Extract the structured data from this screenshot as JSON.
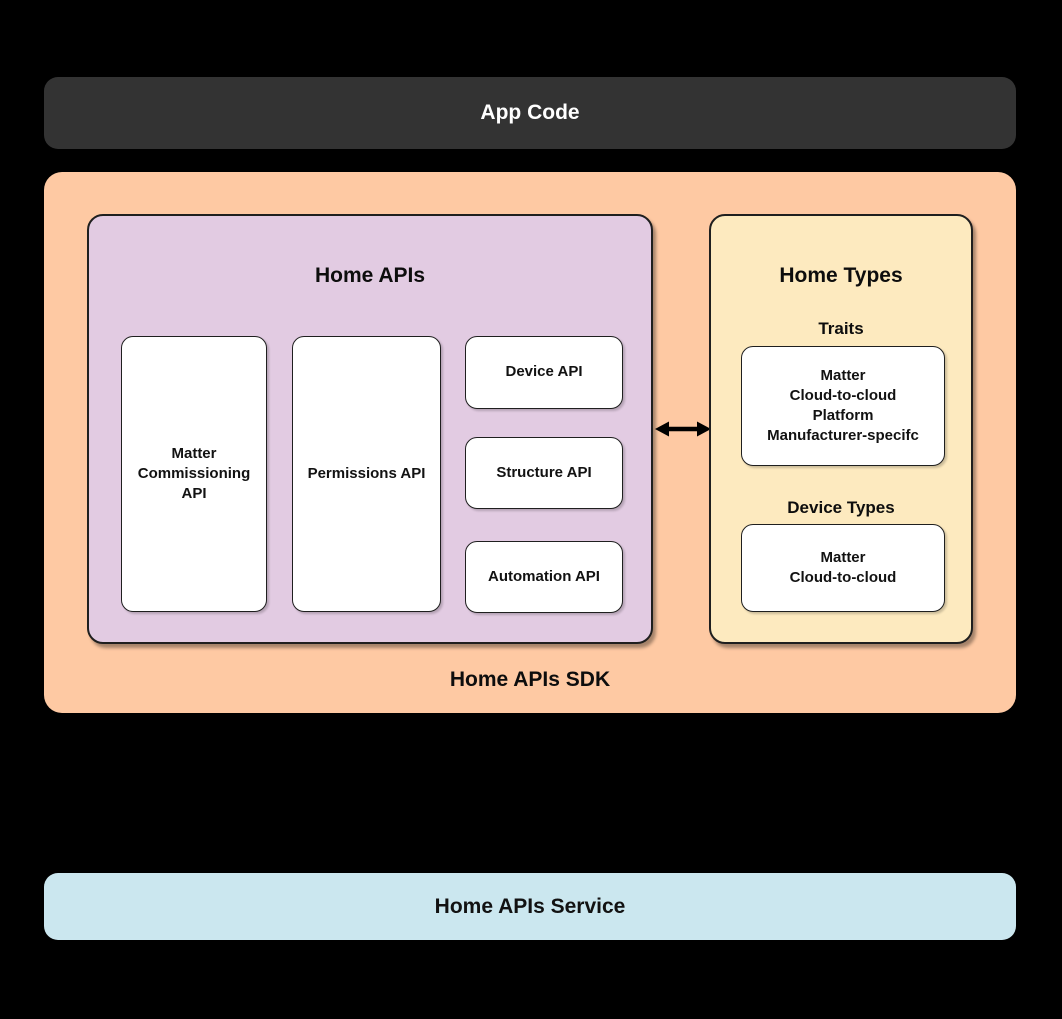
{
  "app_code": {
    "label": "App Code"
  },
  "sdk": {
    "label": "Home APIs SDK",
    "home_apis": {
      "title": "Home APIs",
      "matter_commissioning_label": "Matter\nCommissioning\nAPI",
      "permissions_label": "Permissions API",
      "device_label": "Device API",
      "structure_label": "Structure API",
      "automation_label": "Automation API"
    },
    "home_types": {
      "title": "Home Types",
      "traits_heading": "Traits",
      "traits_items": "Matter\nCloud-to-cloud\nPlatform\nManufacturer-specifc",
      "device_types_heading": "Device Types",
      "device_types_items": "Matter\nCloud-to-cloud"
    }
  },
  "service": {
    "label": "Home APIs Service"
  },
  "icons": {
    "arrow": "bidirectional-arrow"
  },
  "colors": {
    "background": "#000000",
    "app_code_bar": "#333333",
    "sdk_fill": "#fec9a3",
    "home_apis_fill": "#e2cbe2",
    "home_types_fill": "#fdeabf",
    "service_fill": "#cbe7ef",
    "card_fill": "#ffffff",
    "border": "#1f1f1f",
    "text_dark": "#121212",
    "text_light": "#ffffff"
  }
}
